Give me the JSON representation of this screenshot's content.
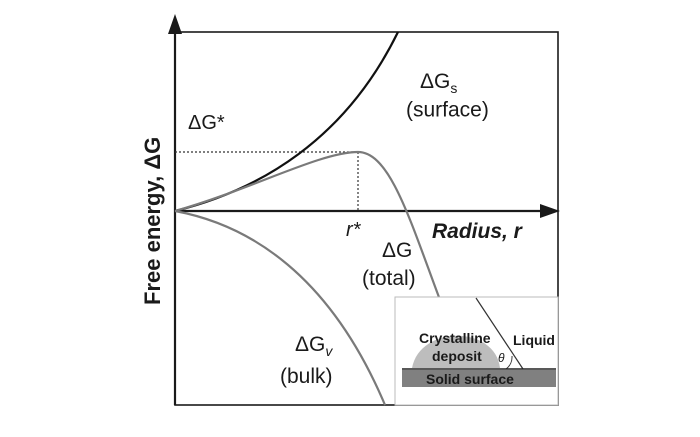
{
  "diagram": {
    "y_axis_label": "Free energy, ΔG",
    "x_axis_label": "Radius, r",
    "critical_radius_label": "r*",
    "critical_energy_label": "ΔG*",
    "curves": {
      "surface": {
        "symbol": "ΔG",
        "subscript": "s",
        "caption": "(surface)"
      },
      "total": {
        "symbol": "ΔG",
        "caption": "(total)"
      },
      "bulk": {
        "symbol": "ΔG",
        "subscript": "v",
        "caption": "(bulk)"
      }
    },
    "inset": {
      "deposit_label_line1": "Crystalline",
      "deposit_label_line2": "deposit",
      "liquid_label": "Liquid",
      "angle_label": "θ",
      "substrate_label": "Solid surface"
    },
    "colors": {
      "frame": "#1a1a1a",
      "surface_curve": "#111111",
      "total_curve": "#7a7a7a",
      "bulk_curve": "#7a7a7a",
      "deposit_fill": "#bdbdbd",
      "substrate_fill": "#808080"
    }
  }
}
